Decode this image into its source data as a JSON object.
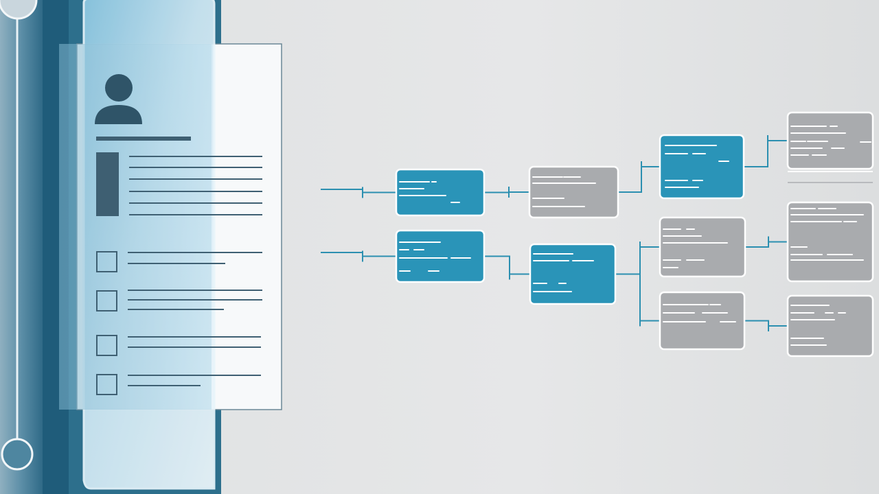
{
  "colors": {
    "background": "#e4e5e6",
    "blue_node": "#2a94b8",
    "gray_node": "#a9abae",
    "connector": "#2b8fb0",
    "node_border": "#ffffff",
    "node_text_line": "#ffffff",
    "device_dark": "#1f5c7a",
    "device_mid": "#3a7a96",
    "glass_light": "#d4ebf6",
    "paper": "#f7f9fa",
    "paper_line": "#3e5f72",
    "avatar": "#2f5468"
  },
  "device": {
    "icons": [
      "avatar-icon",
      "checkbox-icon",
      "checkbox-icon",
      "checkbox-icon",
      "checkbox-icon"
    ],
    "checkbox_count": 4,
    "checked": [
      false,
      false,
      false,
      false
    ]
  },
  "flowchart": {
    "nodes": [
      {
        "id": "n1",
        "style": "blue"
      },
      {
        "id": "n2",
        "style": "blue"
      },
      {
        "id": "n3",
        "style": "gray"
      },
      {
        "id": "n4",
        "style": "blue"
      },
      {
        "id": "n5",
        "style": "blue"
      },
      {
        "id": "n6",
        "style": "gray"
      },
      {
        "id": "n7",
        "style": "gray"
      },
      {
        "id": "n8",
        "style": "gray"
      },
      {
        "id": "n9",
        "style": "gray"
      },
      {
        "id": "n10",
        "style": "gray"
      }
    ],
    "edges": [
      {
        "from": "input-1",
        "to": "n1"
      },
      {
        "from": "input-2",
        "to": "n2"
      },
      {
        "from": "n1",
        "to": "n3"
      },
      {
        "from": "n2",
        "to": "n4"
      },
      {
        "from": "n3",
        "to": "n5"
      },
      {
        "from": "n4",
        "to": "n6"
      },
      {
        "from": "n4",
        "to": "n7"
      },
      {
        "from": "n5",
        "to": "n8"
      },
      {
        "from": "n6",
        "to": "n9"
      },
      {
        "from": "n7",
        "to": "n10"
      }
    ]
  }
}
